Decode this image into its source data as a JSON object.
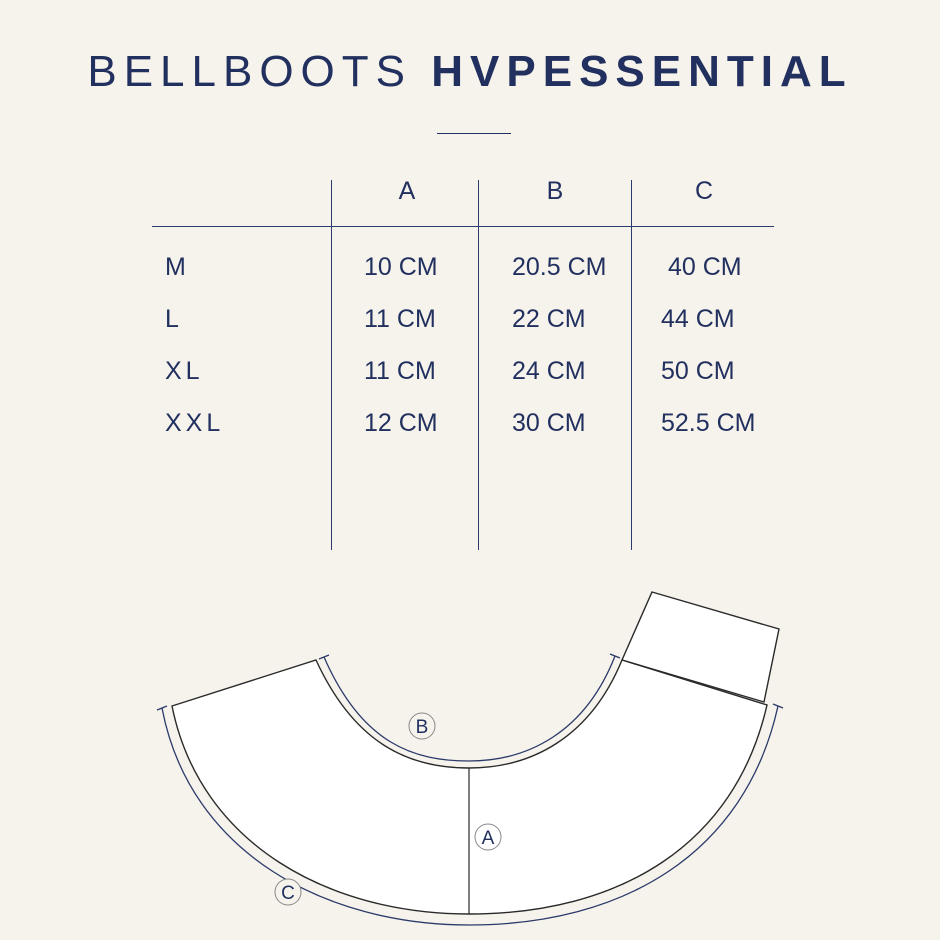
{
  "title": {
    "prefix": "BELLBOOTS",
    "product": "HVPESSENTIAL"
  },
  "table": {
    "headers": [
      "A",
      "B",
      "C"
    ],
    "rows": [
      {
        "size": "M",
        "a": "10 CM",
        "b": "20.5 CM",
        "c": "40 CM"
      },
      {
        "size": "L",
        "a": "11 CM",
        "b": "22 CM",
        "c": "44 CM"
      },
      {
        "size": "XL",
        "a": "11 CM",
        "b": "24 CM",
        "c": "50 CM"
      },
      {
        "size": "XXL",
        "a": "12 CM",
        "b": "30 CM",
        "c": "52.5 CM"
      }
    ]
  },
  "diagram": {
    "labels": {
      "a": "A",
      "b": "B",
      "c": "C"
    }
  },
  "colors": {
    "background": "#f6f3ec",
    "ink": "#22305f",
    "outline": "#2a2a2a",
    "fill": "#ffffff"
  }
}
